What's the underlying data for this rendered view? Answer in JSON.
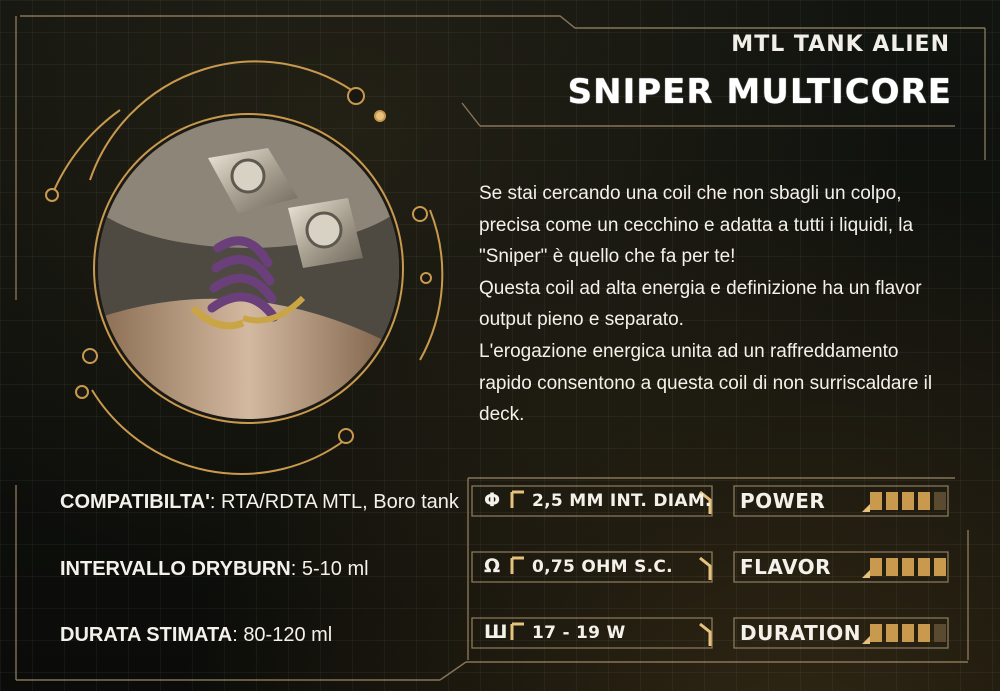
{
  "header": {
    "subtitle": "MTL TANK ALIEN",
    "title": "SNIPER MULTICORE"
  },
  "description": [
    "Se stai cercando una coil che non sbagli un colpo,",
    "precisa come un cecchino e adatta a tutti i liquidi, la",
    "\"Sniper\" è quello che fa per te!",
    "Questa coil ad alta energia e definizione ha un flavor",
    "output pieno e separato.",
    "L'erogazione energica unita ad un raffreddamento",
    "rapido consentono a questa coil di non surriscaldare il",
    "deck."
  ],
  "specs": [
    {
      "label": "COMPATIBILTA'",
      "value": "RTA/RDTA MTL, Boro tank"
    },
    {
      "label": "INTERVALLO DRYBURN",
      "value": "5-10 ml"
    },
    {
      "label": "DURATA STIMATA",
      "value": "80-120 ml"
    }
  ],
  "stats": [
    {
      "symbol": "Φ",
      "value": "2,5 MM INT. DIAM."
    },
    {
      "symbol": "Ω",
      "value": "0,75 OHM S.C."
    },
    {
      "symbol": "Ш",
      "value": "17 - 19 W"
    }
  ],
  "ratings": [
    {
      "label": "POWER",
      "level": 4,
      "max": 5
    },
    {
      "label": "FLAVOR",
      "level": 5,
      "max": 5
    },
    {
      "label": "DURATION",
      "level": 4,
      "max": 5
    }
  ],
  "colors": {
    "accent": "#c99a4e",
    "accent_light": "#e6c27c",
    "bar_off": "#5a4a30",
    "text": "#f4f1ea"
  },
  "icons": {
    "diameter": "diameter-icon",
    "resistance": "ohm-icon",
    "wattage": "watt-icon"
  }
}
